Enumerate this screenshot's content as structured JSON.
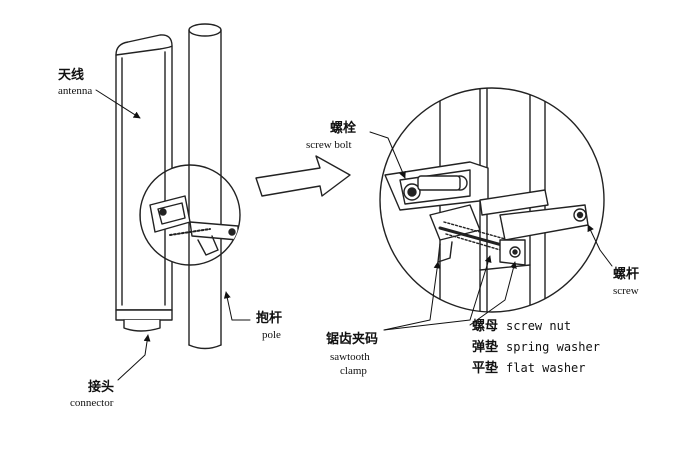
{
  "labels": {
    "antenna": {
      "zh": "天线",
      "en": "antenna"
    },
    "connector": {
      "zh": "接头",
      "en": "connector"
    },
    "pole": {
      "zh": "抱杆",
      "en": "pole"
    },
    "screw_bolt": {
      "zh": "螺栓",
      "en": "screw bolt"
    },
    "sawtooth_clamp": {
      "zh": "锯齿夹码",
      "en_line1": "sawtooth",
      "en_line2": "clamp"
    },
    "screw": {
      "zh": "螺杆",
      "en": "screw"
    },
    "screw_nut": {
      "zh": "螺母",
      "en": "screw nut"
    },
    "spring_washer": {
      "zh": "弹垫",
      "en": "spring washer"
    },
    "flat_washer": {
      "zh": "平垫",
      "en": "flat washer"
    }
  }
}
